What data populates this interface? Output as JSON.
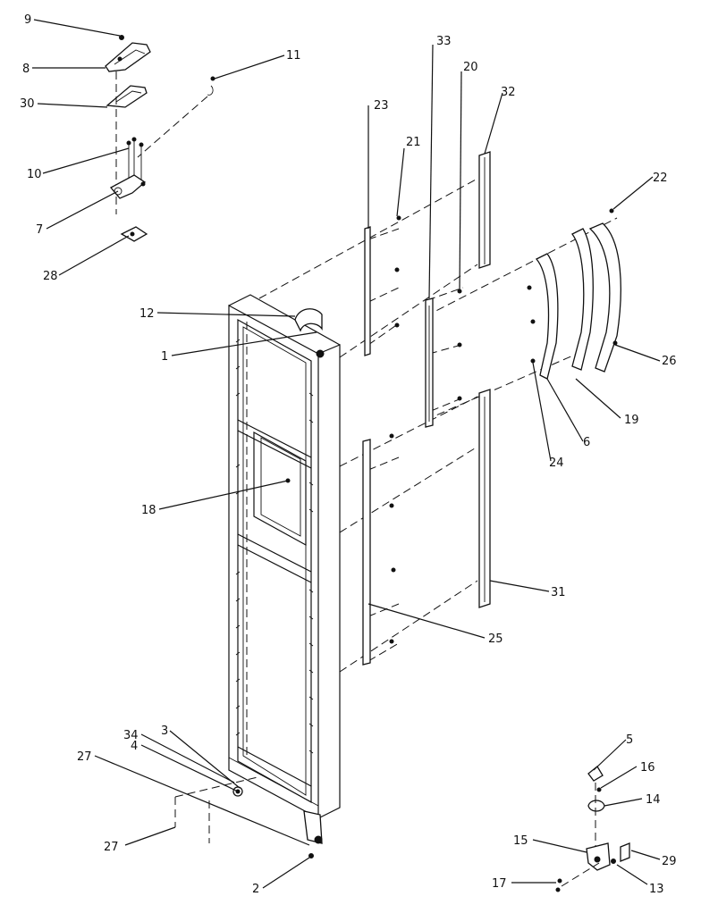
{
  "callouts": [
    {
      "id": "c9",
      "label": "9"
    },
    {
      "id": "c8",
      "label": "8"
    },
    {
      "id": "c30",
      "label": "30"
    },
    {
      "id": "c11",
      "label": "11"
    },
    {
      "id": "c10",
      "label": "10"
    },
    {
      "id": "c7",
      "label": "7"
    },
    {
      "id": "c28",
      "label": "28"
    },
    {
      "id": "c12",
      "label": "12"
    },
    {
      "id": "c1",
      "label": "1"
    },
    {
      "id": "c18",
      "label": "18"
    },
    {
      "id": "c23",
      "label": "23"
    },
    {
      "id": "c21",
      "label": "21"
    },
    {
      "id": "c33",
      "label": "33"
    },
    {
      "id": "c20",
      "label": "20"
    },
    {
      "id": "c32",
      "label": "32"
    },
    {
      "id": "c22",
      "label": "22"
    },
    {
      "id": "c26",
      "label": "26"
    },
    {
      "id": "c19",
      "label": "19"
    },
    {
      "id": "c6",
      "label": "6"
    },
    {
      "id": "c24",
      "label": "24"
    },
    {
      "id": "c31",
      "label": "31"
    },
    {
      "id": "c25",
      "label": "25"
    },
    {
      "id": "c3",
      "label": "3"
    },
    {
      "id": "c34",
      "label": "34"
    },
    {
      "id": "c4",
      "label": "4"
    },
    {
      "id": "c27a",
      "label": "27"
    },
    {
      "id": "c27b",
      "label": "27"
    },
    {
      "id": "c2",
      "label": "2"
    },
    {
      "id": "c5",
      "label": "5"
    },
    {
      "id": "c16",
      "label": "16"
    },
    {
      "id": "c14",
      "label": "14"
    },
    {
      "id": "c15",
      "label": "15"
    },
    {
      "id": "c29",
      "label": "29"
    },
    {
      "id": "c17",
      "label": "17"
    },
    {
      "id": "c13",
      "label": "13"
    }
  ]
}
